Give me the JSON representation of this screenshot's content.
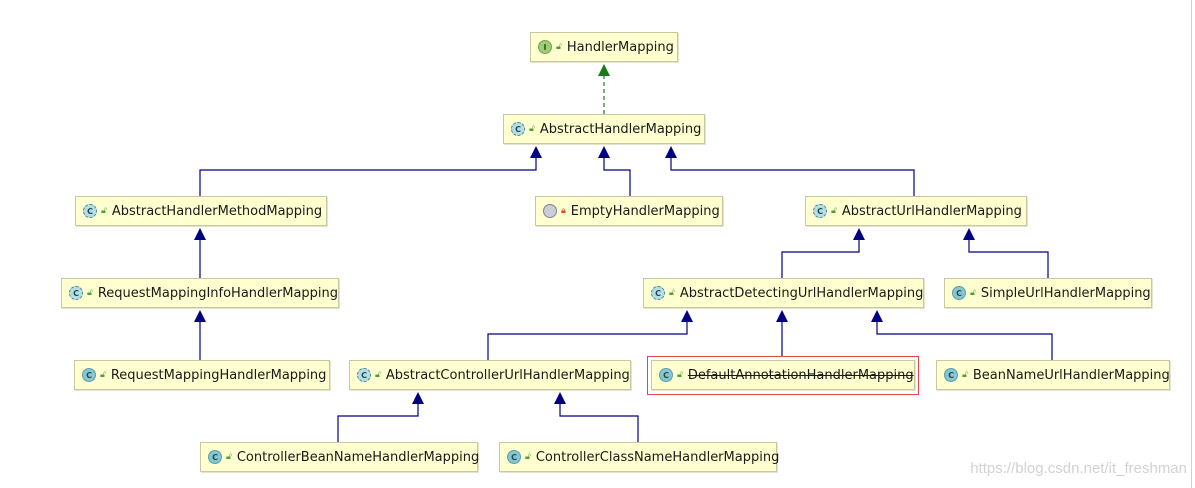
{
  "diagram": {
    "nodes": [
      {
        "id": "handler_mapping",
        "label": "HandlerMapping",
        "kind": "interface",
        "badge": "I",
        "visibility": "public"
      },
      {
        "id": "abstract_handler_mapping",
        "label": "AbstractHandlerMapping",
        "kind": "abstract",
        "badge": "C",
        "visibility": "public"
      },
      {
        "id": "abstract_handler_method_mapping",
        "label": "AbstractHandlerMethodMapping",
        "kind": "abstract",
        "badge": "C",
        "visibility": "public"
      },
      {
        "id": "empty_handler_mapping",
        "label": "EmptyHandlerMapping",
        "kind": "anonymous",
        "badge": "",
        "visibility": "private"
      },
      {
        "id": "abstract_url_handler_mapping",
        "label": "AbstractUrlHandlerMapping",
        "kind": "abstract",
        "badge": "C",
        "visibility": "public"
      },
      {
        "id": "request_mapping_info_handler_mapping",
        "label": "RequestMappingInfoHandlerMapping",
        "kind": "abstract",
        "badge": "C",
        "visibility": "public"
      },
      {
        "id": "abstract_detecting_url_handler_mapping",
        "label": "AbstractDetectingUrlHandlerMapping",
        "kind": "abstract",
        "badge": "C",
        "visibility": "public"
      },
      {
        "id": "simple_url_handler_mapping",
        "label": "SimpleUrlHandlerMapping",
        "kind": "class",
        "badge": "C",
        "visibility": "public"
      },
      {
        "id": "request_mapping_handler_mapping",
        "label": "RequestMappingHandlerMapping",
        "kind": "class",
        "badge": "C",
        "visibility": "public"
      },
      {
        "id": "abstract_controller_url_handler_mapping",
        "label": "AbstractControllerUrlHandlerMapping",
        "kind": "abstract",
        "badge": "C",
        "visibility": "public"
      },
      {
        "id": "default_annotation_handler_mapping",
        "label": "DefaultAnnotationHandlerMapping",
        "kind": "class",
        "badge": "C",
        "visibility": "public",
        "deprecated": true,
        "highlighted": true
      },
      {
        "id": "bean_name_url_handler_mapping",
        "label": "BeanNameUrlHandlerMapping",
        "kind": "class",
        "badge": "C",
        "visibility": "public"
      },
      {
        "id": "controller_bean_name_handler_mapping",
        "label": "ControllerBeanNameHandlerMapping",
        "kind": "class",
        "badge": "C",
        "visibility": "public"
      },
      {
        "id": "controller_class_name_handler_mapping",
        "label": "ControllerClassNameHandlerMapping",
        "kind": "class",
        "badge": "C",
        "visibility": "public"
      }
    ],
    "edges": [
      {
        "from": "abstract_handler_mapping",
        "to": "handler_mapping",
        "type": "implements"
      },
      {
        "from": "abstract_handler_method_mapping",
        "to": "abstract_handler_mapping",
        "type": "extends"
      },
      {
        "from": "empty_handler_mapping",
        "to": "abstract_handler_mapping",
        "type": "extends"
      },
      {
        "from": "abstract_url_handler_mapping",
        "to": "abstract_handler_mapping",
        "type": "extends"
      },
      {
        "from": "request_mapping_info_handler_mapping",
        "to": "abstract_handler_method_mapping",
        "type": "extends"
      },
      {
        "from": "request_mapping_handler_mapping",
        "to": "request_mapping_info_handler_mapping",
        "type": "extends"
      },
      {
        "from": "abstract_detecting_url_handler_mapping",
        "to": "abstract_url_handler_mapping",
        "type": "extends"
      },
      {
        "from": "simple_url_handler_mapping",
        "to": "abstract_url_handler_mapping",
        "type": "extends"
      },
      {
        "from": "abstract_controller_url_handler_mapping",
        "to": "abstract_detecting_url_handler_mapping",
        "type": "extends"
      },
      {
        "from": "default_annotation_handler_mapping",
        "to": "abstract_detecting_url_handler_mapping",
        "type": "extends"
      },
      {
        "from": "bean_name_url_handler_mapping",
        "to": "abstract_detecting_url_handler_mapping",
        "type": "extends"
      },
      {
        "from": "controller_bean_name_handler_mapping",
        "to": "abstract_controller_url_handler_mapping",
        "type": "extends"
      },
      {
        "from": "controller_class_name_handler_mapping",
        "to": "abstract_controller_url_handler_mapping",
        "type": "extends"
      }
    ],
    "colors": {
      "node_fill": "#ffffd0",
      "node_border": "#c8c8a0",
      "extends_edge": "#000080",
      "implements_edge": "#1a7a1a",
      "highlight": "#e0474c"
    }
  },
  "watermark": "https://blog.csdn.net/it_freshman"
}
